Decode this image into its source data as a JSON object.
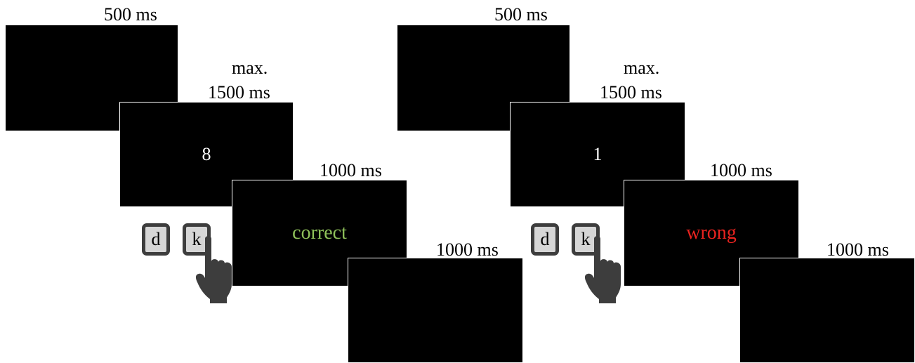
{
  "colors": {
    "screen": "#000000",
    "stimulus_text": "#ffffff",
    "feedback_correct": "#8fc15a",
    "feedback_wrong": "#e8231f",
    "key_fill": "#d6d6d6",
    "key_border": "#3d3d3d",
    "hand": "#3d3d3d"
  },
  "trials": [
    {
      "fixation": {
        "duration": "500 ms"
      },
      "stimulus": {
        "duration_line1": "max.",
        "duration_line2": "1500 ms",
        "value": "8"
      },
      "feedback": {
        "duration": "1000 ms",
        "text": "correct"
      },
      "blank": {
        "duration": "1000 ms"
      },
      "keys": [
        "d",
        "k"
      ],
      "pressed_key": "k",
      "icon": "hand-pointing-icon"
    },
    {
      "fixation": {
        "duration": "500 ms"
      },
      "stimulus": {
        "duration_line1": "max.",
        "duration_line2": "1500 ms",
        "value": "1"
      },
      "feedback": {
        "duration": "1000 ms",
        "text": "wrong"
      },
      "blank": {
        "duration": "1000 ms"
      },
      "keys": [
        "d",
        "k"
      ],
      "pressed_key": "k",
      "icon": "hand-pointing-icon"
    }
  ]
}
